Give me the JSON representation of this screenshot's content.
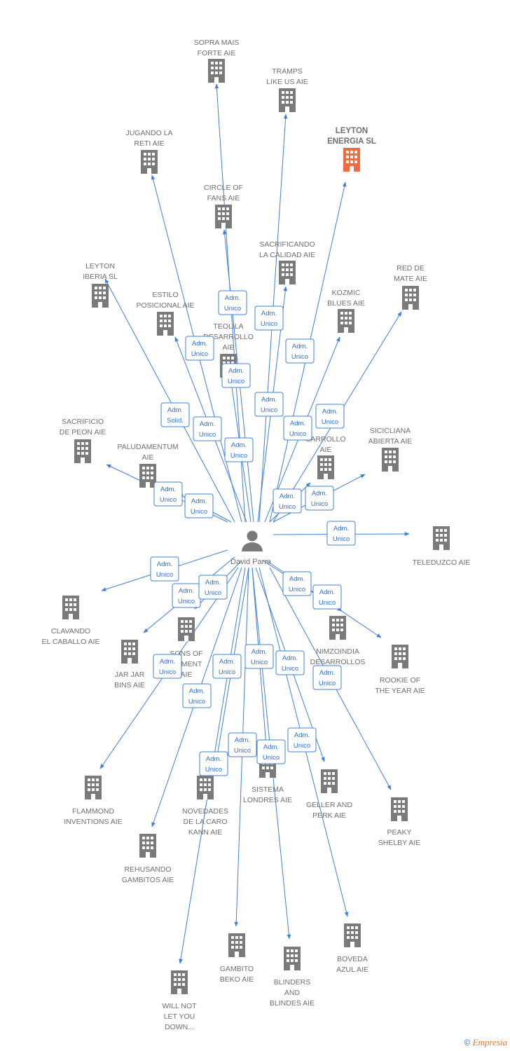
{
  "colors": {
    "edge": "#3f7fd9",
    "building": "#7a7a7a",
    "highlight": "#f26a3d",
    "label": "#6f6f6f"
  },
  "center": {
    "name": "David Parra",
    "icon": "person-icon"
  },
  "nodes": [
    {
      "id": "sopra",
      "lines": [
        "SOPRA MAIS",
        "FORTE  AIE"
      ]
    },
    {
      "id": "tramps",
      "lines": [
        "TRAMPS",
        "LIKE US  AIE"
      ]
    },
    {
      "id": "leyton_energia",
      "lines": [
        "LEYTON",
        "ENERGIA  SL"
      ],
      "highlight": true
    },
    {
      "id": "jugando",
      "lines": [
        "JUGANDO LA",
        "RETI  AIE"
      ]
    },
    {
      "id": "circle",
      "lines": [
        "CIRCLE OF",
        "FANS  AIE"
      ]
    },
    {
      "id": "sacrificando",
      "lines": [
        "SACRIFICANDO",
        "LA CALIDAD  AIE"
      ]
    },
    {
      "id": "red_de_mate",
      "lines": [
        "RED DE",
        "MATE  AIE"
      ]
    },
    {
      "id": "leyton_iberia",
      "lines": [
        "LEYTON",
        "IBERIA  SL"
      ]
    },
    {
      "id": "estilo",
      "lines": [
        "ESTILO",
        "POSICIONAL  AIE"
      ]
    },
    {
      "id": "kozmic",
      "lines": [
        "KOZMIC",
        "BLUES  AIE"
      ]
    },
    {
      "id": "teolila",
      "lines": [
        "TEOLILA",
        "DESARROLLO",
        "AIE"
      ]
    },
    {
      "id": "sacrificio",
      "lines": [
        "SACRIFICIO",
        "DE PEON  AIE"
      ]
    },
    {
      "id": "paludamentum",
      "lines": [
        "PALUDAMENTUM",
        "AIE"
      ]
    },
    {
      "id": "desarrollo2",
      "lines": [
        "SARROLLO",
        "AIE"
      ]
    },
    {
      "id": "siciliana",
      "lines": [
        "SICICLIANA",
        "ABIERTA  AIE"
      ]
    },
    {
      "id": "teleduzco",
      "lines": [
        "TELEDUZCO  AIE"
      ]
    },
    {
      "id": "clavando",
      "lines": [
        "CLAVANDO",
        "EL CABALLO  AIE"
      ]
    },
    {
      "id": "jarjar",
      "lines": [
        "JAR JAR",
        "BINS  AIE"
      ]
    },
    {
      "id": "sons",
      "lines": [
        "SONS OF",
        "OPMENT",
        "AIE"
      ]
    },
    {
      "id": "nimzoindia",
      "lines": [
        "NIMZOINDIA",
        "DESARROLLOS"
      ]
    },
    {
      "id": "rookie",
      "lines": [
        "ROOKIE OF",
        "THE YEAR  AIE"
      ]
    },
    {
      "id": "flammond",
      "lines": [
        "FLAMMOND",
        "INVENTIONS  AIE"
      ]
    },
    {
      "id": "novedades",
      "lines": [
        "NOVEDADES",
        "DE LA CARO",
        "KANN  AIE"
      ]
    },
    {
      "id": "sistema",
      "lines": [
        "SISTEMA",
        "LONDRES  AIE"
      ]
    },
    {
      "id": "geller",
      "lines": [
        "GELLER AND",
        "PERK  AIE"
      ]
    },
    {
      "id": "peaky",
      "lines": [
        "PEAKY",
        "SHELBY  AIE"
      ]
    },
    {
      "id": "rehusando",
      "lines": [
        "REHUSANDO",
        "GAMBITOS  AIE"
      ]
    },
    {
      "id": "gambito",
      "lines": [
        "GAMBITO",
        "BEKO  AIE"
      ]
    },
    {
      "id": "blinders",
      "lines": [
        "BLINDERS",
        "AND",
        "BLINDES  AIE"
      ]
    },
    {
      "id": "boveda",
      "lines": [
        "BOVEDA",
        "AZUL  AIE"
      ]
    },
    {
      "id": "willnot",
      "lines": [
        "WILL NOT",
        "LET YOU",
        "DOWN..."
      ]
    }
  ],
  "edges": [
    {
      "target": "sopra",
      "role": [
        "Adm.",
        "Unico"
      ]
    },
    {
      "target": "tramps",
      "role": [
        "Adm.",
        "Unico"
      ]
    },
    {
      "target": "leyton_energia",
      "role": [
        "Adm.",
        "Unico"
      ]
    },
    {
      "target": "jugando",
      "role": [
        "Adm.",
        "Unico"
      ]
    },
    {
      "target": "circle",
      "role": [
        "Adm.",
        "Unico"
      ]
    },
    {
      "target": "sacrificando",
      "role": [
        "Adm.",
        "Unico"
      ]
    },
    {
      "target": "red_de_mate",
      "role": [
        "Adm.",
        "Unico"
      ]
    },
    {
      "target": "leyton_iberia",
      "role": [
        "Adm.",
        "Solid."
      ]
    },
    {
      "target": "estilo",
      "role": [
        "Adm.",
        "Unico"
      ]
    },
    {
      "target": "kozmic",
      "role": [
        "Adm.",
        "Unico"
      ]
    },
    {
      "target": "teolila",
      "role": [
        "Adm.",
        "Unico"
      ]
    },
    {
      "target": "sacrificio",
      "role": [
        "Adm.",
        "Unico"
      ]
    },
    {
      "target": "paludamentum",
      "role": [
        "Adm.",
        "Unico"
      ]
    },
    {
      "target": "desarrollo2",
      "role": [
        "Adm.",
        "Unico"
      ]
    },
    {
      "target": "siciliana",
      "role": [
        "Adm.",
        "Unico"
      ]
    },
    {
      "target": "teleduzco",
      "role": [
        "Adm.",
        "Unico"
      ]
    },
    {
      "target": "clavando",
      "role": [
        "Adm.",
        "Unico"
      ]
    },
    {
      "target": "jarjar",
      "role": [
        "Adm.",
        "Unico"
      ]
    },
    {
      "target": "sons",
      "role": [
        "Adm.",
        "Unico"
      ]
    },
    {
      "target": "nimzoindia",
      "role": [
        "Adm.",
        "Unico"
      ]
    },
    {
      "target": "rookie",
      "role": [
        "Adm.",
        "Unico"
      ]
    },
    {
      "target": "flammond",
      "role": [
        "Adm.",
        "Unico"
      ]
    },
    {
      "target": "novedades",
      "role": [
        "Adm.",
        "Unico"
      ]
    },
    {
      "target": "sistema",
      "role": [
        "Adm.",
        "Unico"
      ]
    },
    {
      "target": "geller",
      "role": [
        "Adm.",
        "Unico"
      ]
    },
    {
      "target": "peaky",
      "role": [
        "Adm.",
        "Unico"
      ]
    },
    {
      "target": "rehusando",
      "role": [
        "Adm.",
        "Unico"
      ]
    },
    {
      "target": "gambito",
      "role": [
        "Adm.",
        "Unico"
      ]
    },
    {
      "target": "blinders",
      "role": [
        "Adm.",
        "Unico"
      ]
    },
    {
      "target": "boveda",
      "role": [
        "Adm.",
        "Unico"
      ]
    },
    {
      "target": "willnot",
      "role": [
        "Adm.",
        "Unico"
      ]
    }
  ],
  "footer": {
    "copyright": "©",
    "brand": "Empresia"
  }
}
